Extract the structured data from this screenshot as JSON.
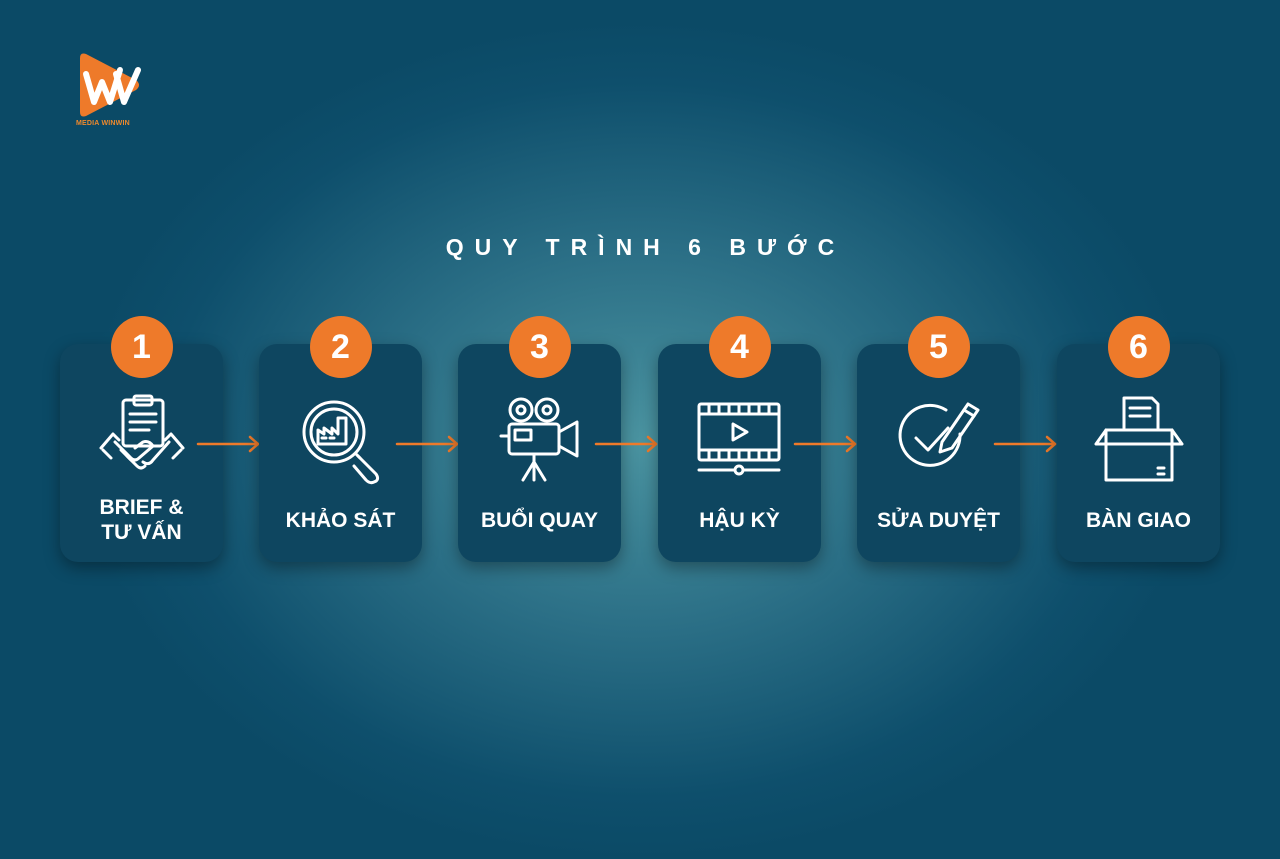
{
  "logo": {
    "name": "MEDIA WINWIN",
    "icon": "play-w-logo"
  },
  "title": "QUY TRÌNH 6 BƯỚC",
  "colors": {
    "accent": "#ee7a2a",
    "card": "#0e4660",
    "background": "#2b6f86",
    "text": "#ffffff"
  },
  "steps": [
    {
      "number": "1",
      "label_line1": "BRIEF &",
      "label_line2": "TƯ VẤN",
      "icon": "handshake-clipboard-icon"
    },
    {
      "number": "2",
      "label_line1": "KHẢO SÁT",
      "label_line2": "",
      "icon": "magnifier-factory-icon"
    },
    {
      "number": "3",
      "label_line1": "BUỔI QUAY",
      "label_line2": "",
      "icon": "movie-camera-icon"
    },
    {
      "number": "4",
      "label_line1": "HẬU KỲ",
      "label_line2": "",
      "icon": "video-player-icon"
    },
    {
      "number": "5",
      "label_line1": "SỬA DUYỆT",
      "label_line2": "",
      "icon": "check-pencil-icon"
    },
    {
      "number": "6",
      "label_line1": "BÀN GIAO",
      "label_line2": "",
      "icon": "delivery-box-icon"
    }
  ]
}
